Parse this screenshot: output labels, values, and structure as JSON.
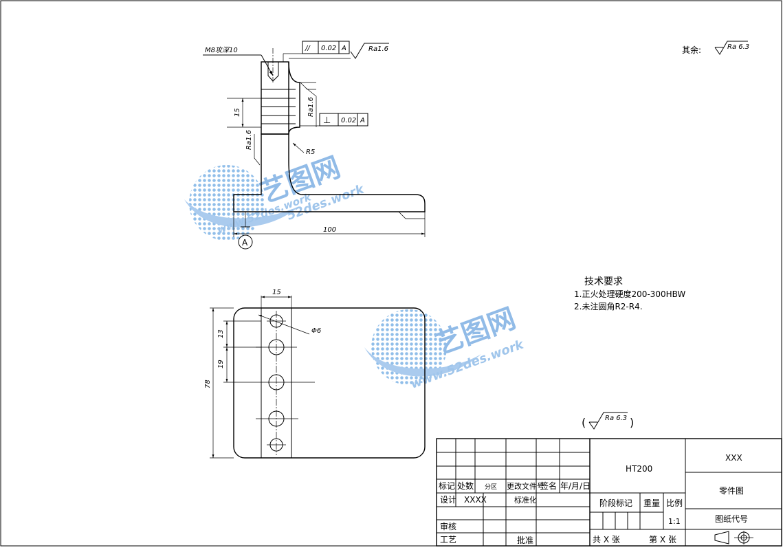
{
  "drawing": {
    "part_view": {
      "thread_note": "M8攻深10",
      "parallelism_symbol": "//",
      "parallelism_value": "0.02",
      "datum_ref_1": "A",
      "roughness_top": "Ra1.6",
      "roughness_side": "Ra1.6",
      "roughness_left": "Ra1.6",
      "dim_15": "15",
      "perpendicularity_symbol": "⊥",
      "perp_value": "0.02",
      "datum_ref_2": "A",
      "radius_note": "R5",
      "dim_100": "100",
      "datum_label": "A"
    },
    "plan_view": {
      "dim_width": "15",
      "dim_hole": "Φ6",
      "dim_13": "13",
      "dim_19": "19",
      "dim_78": "78"
    },
    "other_roughness_label": "其余:",
    "other_roughness_value": "Ra 6.3",
    "paren_roughness_value": "Ra 6.3",
    "tech_req": {
      "title": "技术要求",
      "items": [
        "1.正火处理硬度200-300HBW",
        "2.未注圆角R2-R4."
      ]
    }
  },
  "watermark": {
    "brand_cn": "艺图网",
    "url_1": "52des.work",
    "url_2": "www.52des.work",
    "url_3": "www.52des.work"
  },
  "title_block": {
    "material": "HT200",
    "company": "XXX",
    "drawing_name": "零件图",
    "drawing_code_label": "图纸代号",
    "rev_headers": [
      "标记",
      "处数",
      "分区",
      "更改文件号",
      "签名",
      "年/月/日"
    ],
    "designer_label": "设计",
    "designer_value": "XXXX",
    "standardize_label": "标准化",
    "review_label": "审核",
    "process_label": "工艺",
    "approve_label": "批准",
    "stage_label": "阶段标记",
    "weight_label": "重量",
    "scale_label": "比例",
    "scale_value": "1:1",
    "sheets_total": "共 X 张",
    "sheet_no": "第 X 张"
  }
}
